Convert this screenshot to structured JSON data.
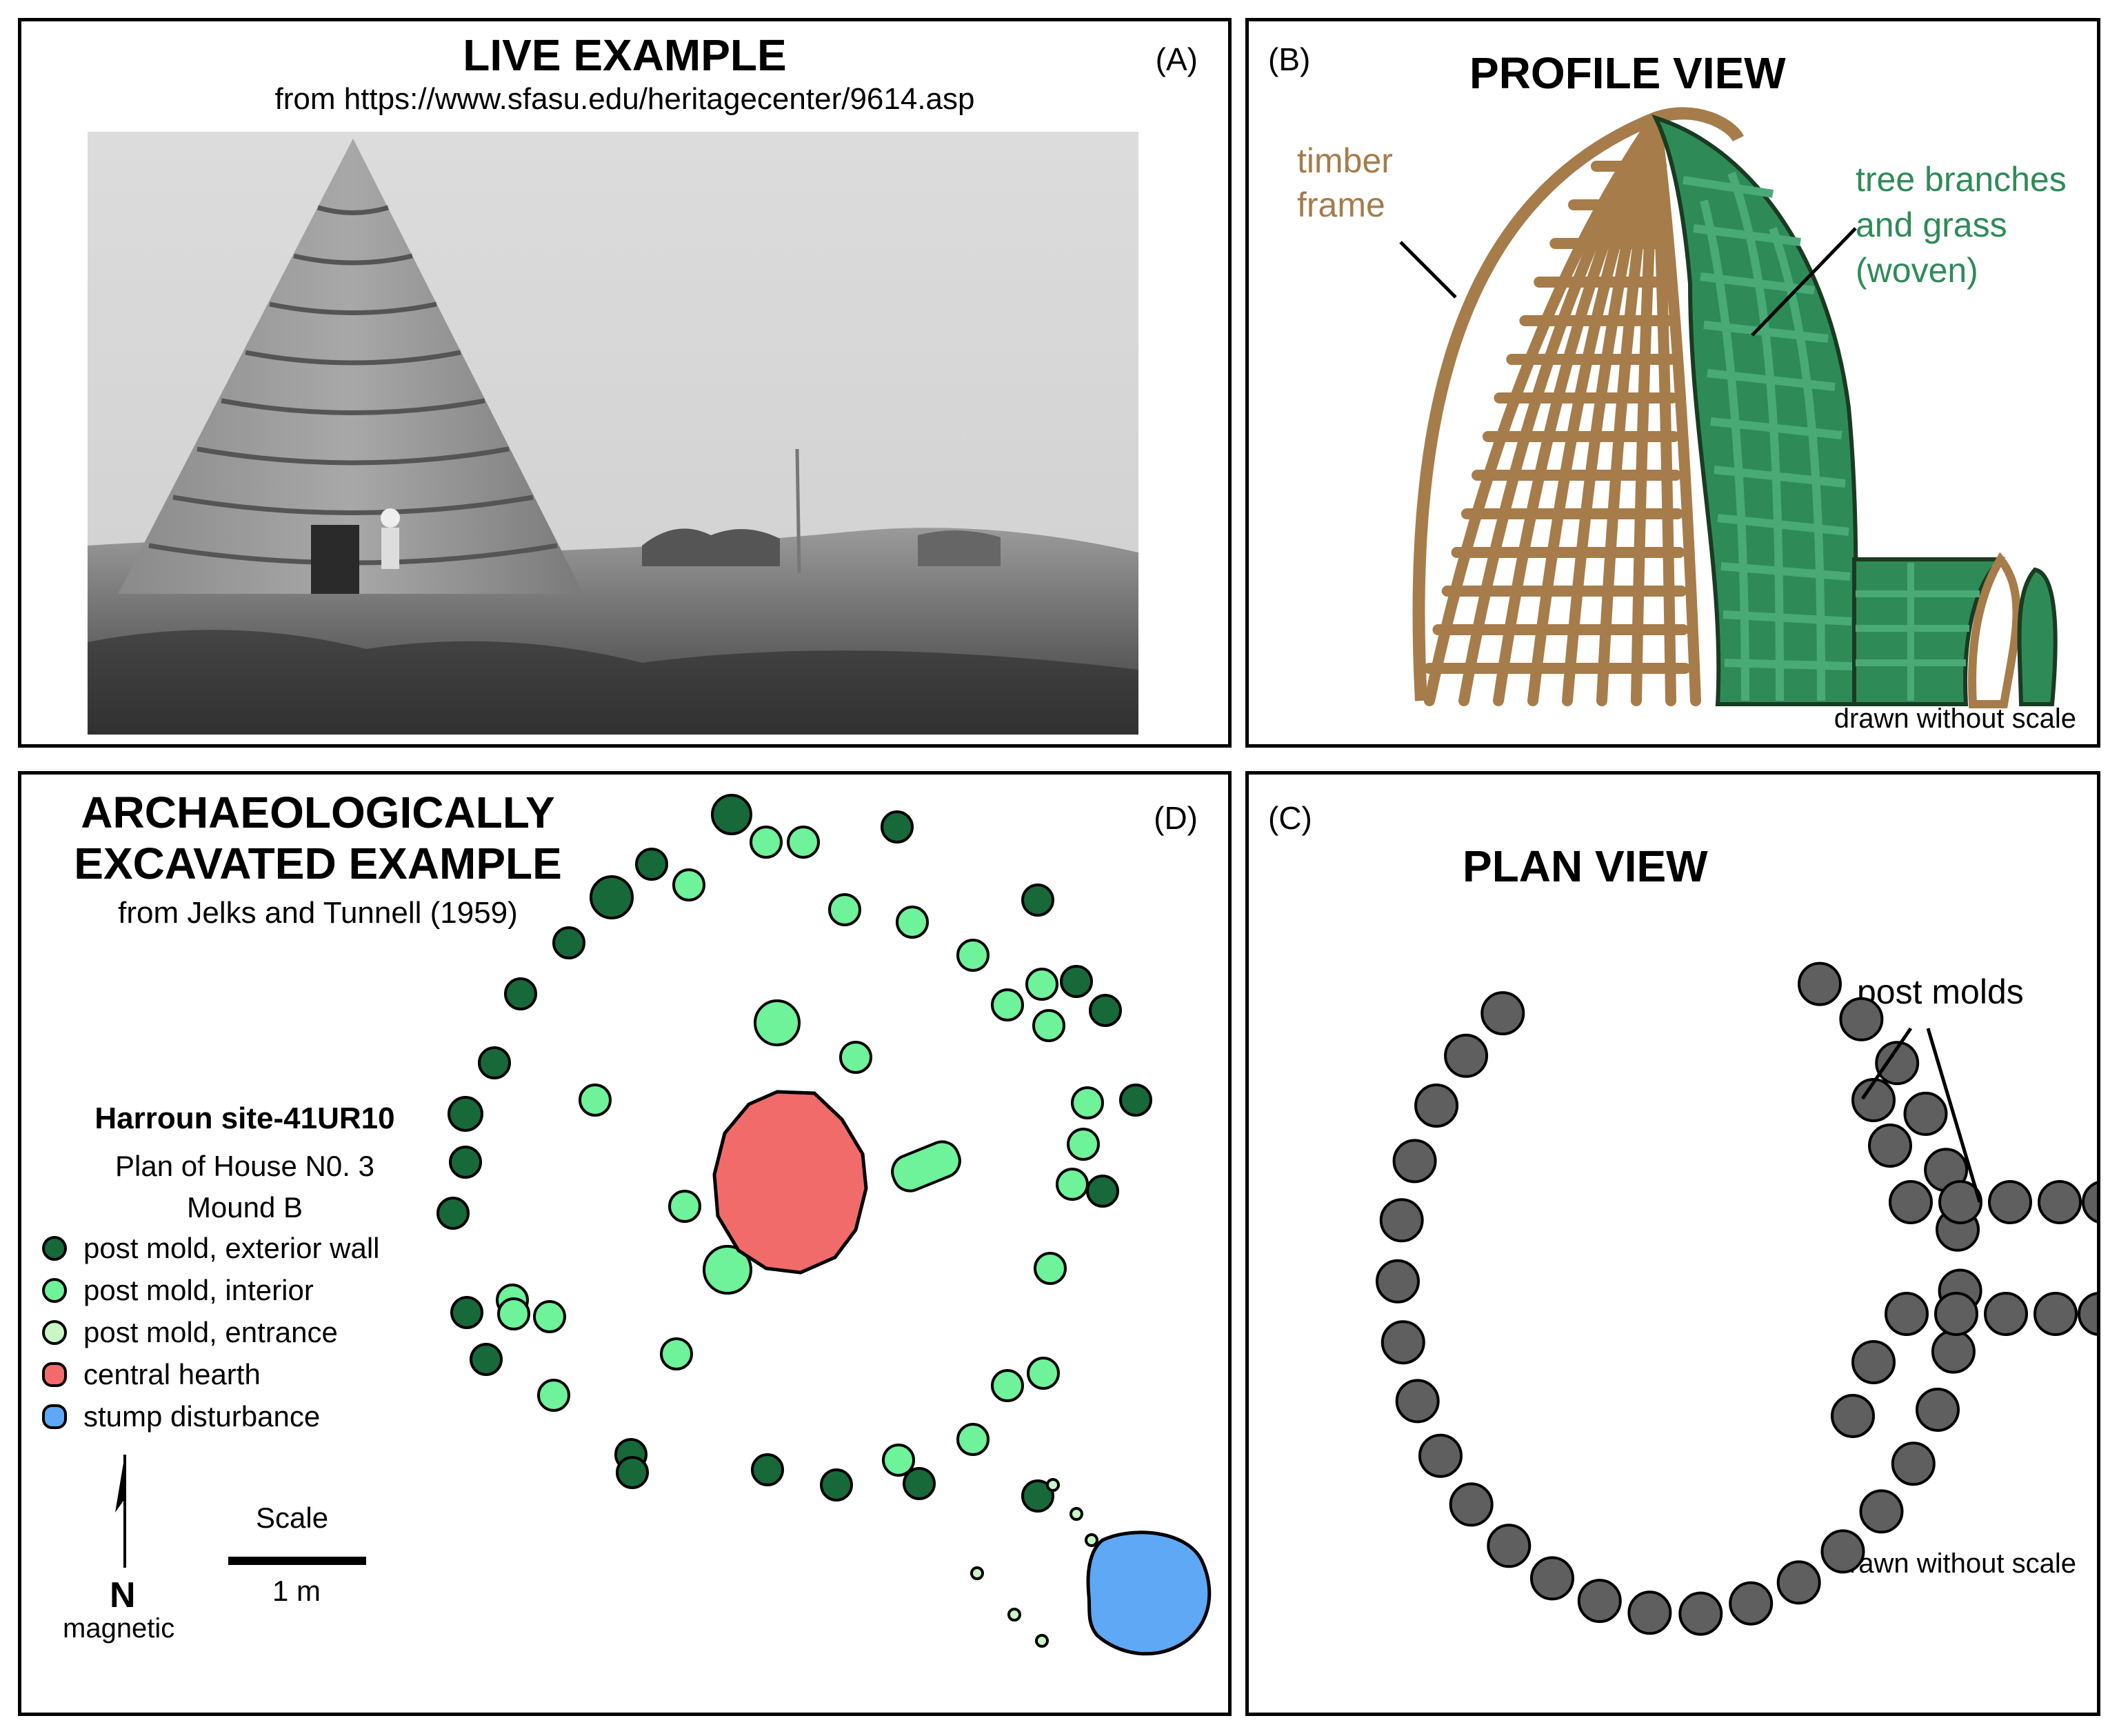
{
  "panel_a": {
    "title": "LIVE EXAMPLE",
    "source": "from https://www.sfasu.edu/heritagecenter/9614.asp",
    "letter": "(A)"
  },
  "panel_b": {
    "title": "PROFILE VIEW",
    "letter": "(B)",
    "label_frame": "timber\nframe",
    "label_branches": "tree branches\nand grass\n(woven)",
    "note": "drawn without scale"
  },
  "panel_d": {
    "title": "ARCHAEOLOGICALLY\nEXCAVATED EXAMPLE",
    "source": "from Jelks and Tunnell (1959)",
    "letter": "(D)",
    "site": "Harroun site-41UR10",
    "plan": "Plan of House N0. 3\nMound B",
    "legend": [
      {
        "label": "post mold, exterior wall",
        "color": "#17693a"
      },
      {
        "label": "post mold, interior",
        "color": "#6ef29a"
      },
      {
        "label": "post mold, entrance",
        "color": "#c8f7c5"
      },
      {
        "label": "central hearth",
        "color": "#f26b6b"
      },
      {
        "label": "stump disturbance",
        "color": "#5fa8f5"
      }
    ],
    "north_label": "N",
    "north_sub": "magnetic",
    "scale_title": "Scale",
    "scale_value": "1 m"
  },
  "panel_c": {
    "title": "PLAN VIEW",
    "letter": "(C)",
    "label_posts": "post molds",
    "note": "drawn without scale"
  },
  "colors": {
    "timber": "#a67c4a",
    "thatch": "#2e8b57",
    "thatch_light": "#4aaa77",
    "post_gray": "#5f5f5f"
  }
}
